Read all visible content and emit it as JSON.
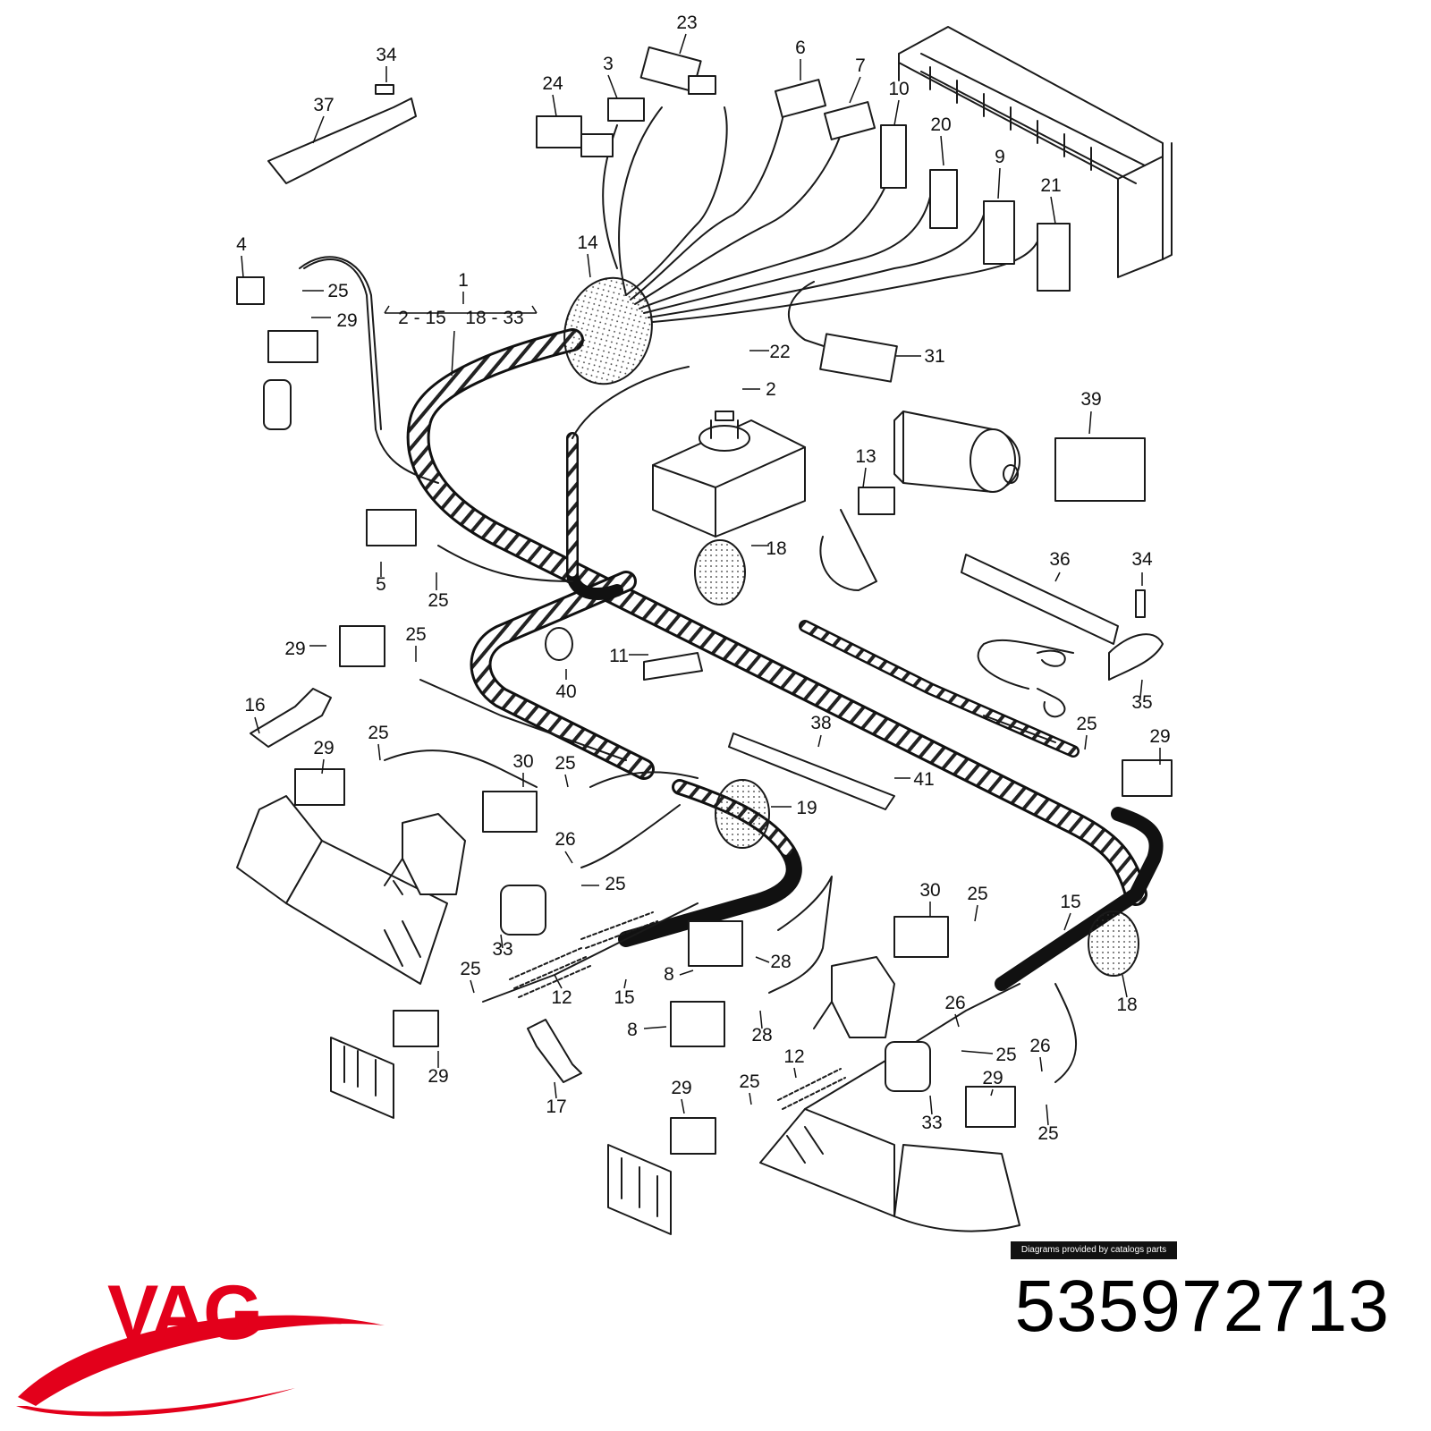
{
  "diagram": {
    "callouts": [
      "23",
      "34",
      "3",
      "6",
      "7",
      "10",
      "24",
      "37",
      "20",
      "9",
      "21",
      "4",
      "14",
      "1",
      "2 - 15",
      "18 - 33",
      "25",
      "29",
      "22",
      "2",
      "31",
      "39",
      "13",
      "5",
      "25",
      "18",
      "36",
      "34",
      "29",
      "25",
      "11",
      "40",
      "35",
      "16",
      "25",
      "29",
      "25",
      "29",
      "30",
      "25",
      "38",
      "41",
      "19",
      "26",
      "25",
      "30",
      "25",
      "15",
      "33",
      "25",
      "28",
      "8",
      "15",
      "18",
      "25",
      "12",
      "26",
      "8",
      "28",
      "12",
      "25",
      "26",
      "29",
      "29",
      "25",
      "17",
      "33",
      "29",
      "25"
    ],
    "credit": "Diagrams provided by catalogs parts"
  },
  "brand": {
    "logo_text": "VAG",
    "logo_color": "#e3001b"
  },
  "part_number": "535972713",
  "colors": {
    "line": "#1a1a1a",
    "background": "#ffffff"
  }
}
